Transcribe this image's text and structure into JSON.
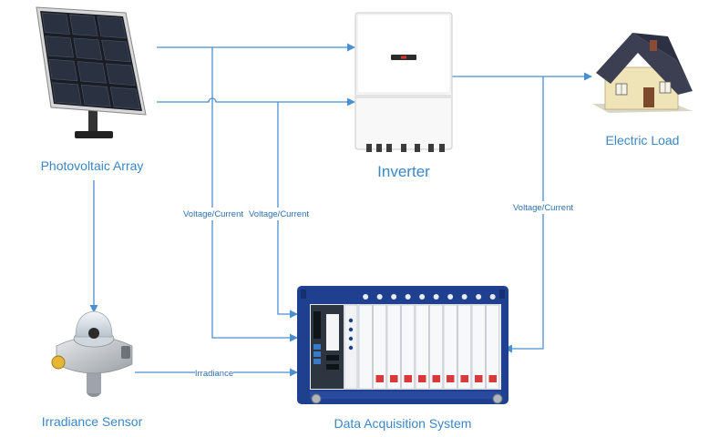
{
  "nodes": {
    "pv": {
      "label": "Photovoltaic Array",
      "icon": "solar-panel-icon"
    },
    "inverter": {
      "label": "Inverter",
      "icon": "inverter-icon"
    },
    "load": {
      "label": "Electric Load",
      "icon": "house-icon"
    },
    "sensor": {
      "label": "Irradiance Sensor",
      "icon": "pyranometer-icon"
    },
    "daq": {
      "label": "Data Acquisition System",
      "icon": "daq-chassis-icon"
    }
  },
  "edges": {
    "vc1": "Voltage/Current",
    "vc2": "Voltage/Current",
    "vc3": "Voltage/Current",
    "irr": "Irradiance"
  },
  "colors": {
    "accent": "#3a86c8",
    "line": "#4a8fcf",
    "chassis": "#1f3f8f"
  }
}
